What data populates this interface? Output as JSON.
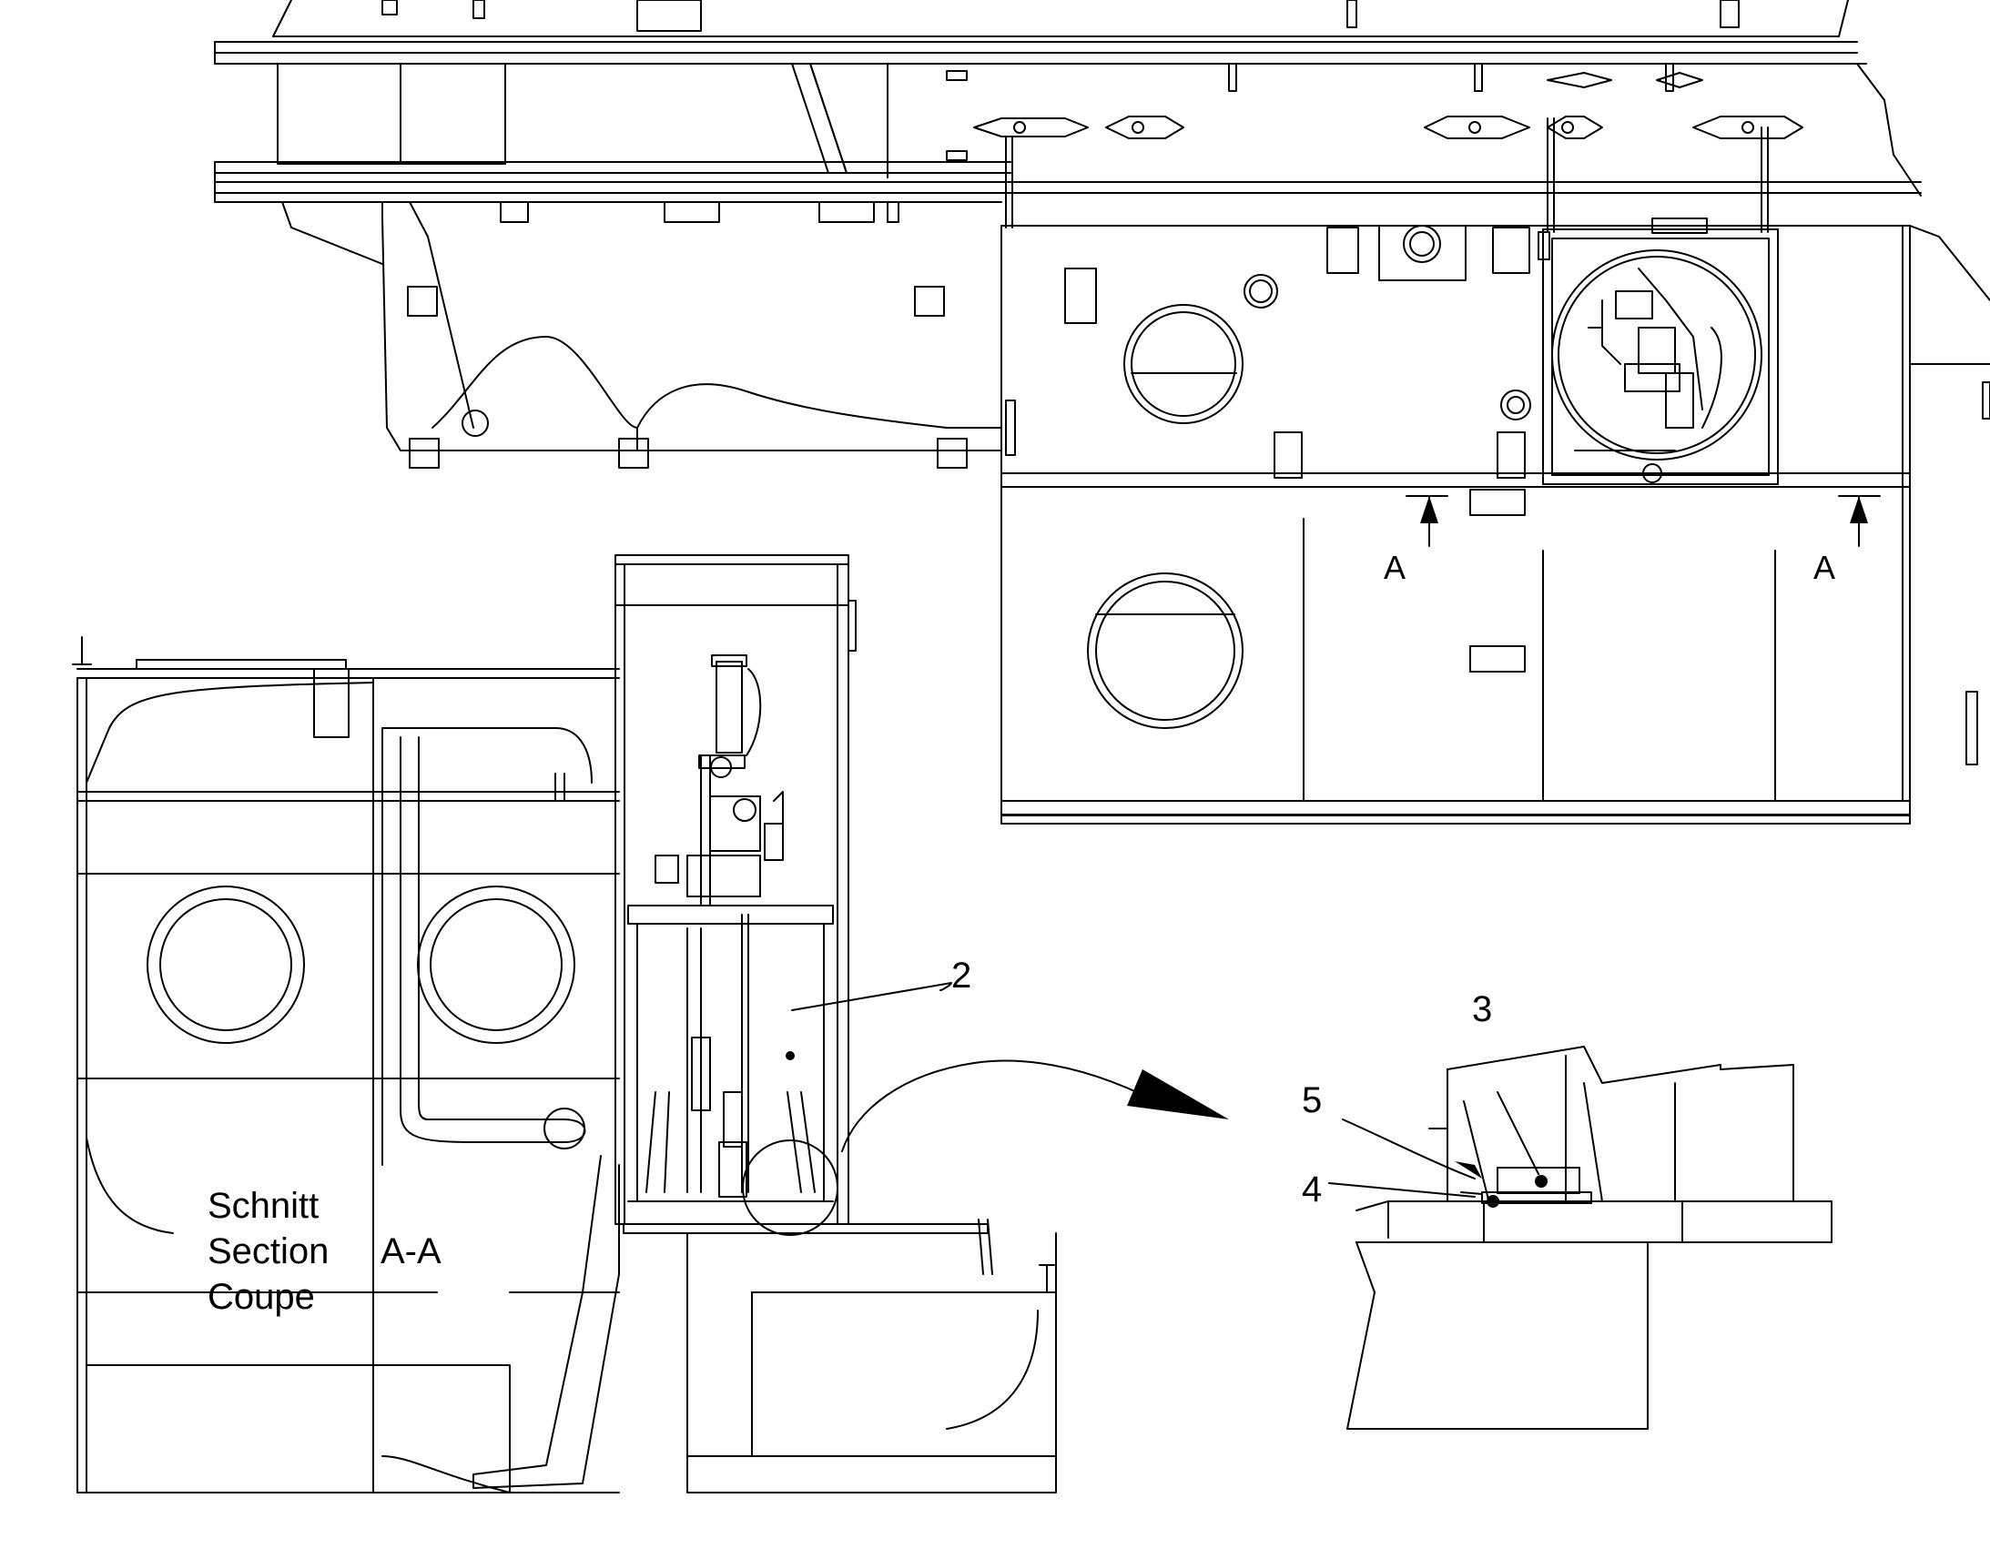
{
  "section_caption": {
    "line1": "Schnitt",
    "line2": "Section",
    "line3": "Coupe",
    "section_id": "A-A"
  },
  "section_markers": {
    "left": "A",
    "right": "A"
  },
  "callouts": {
    "item2": "2",
    "item3": "3",
    "item4": "4",
    "item5": "5"
  },
  "colors": {
    "line": "#000000",
    "background": "#ffffff"
  }
}
